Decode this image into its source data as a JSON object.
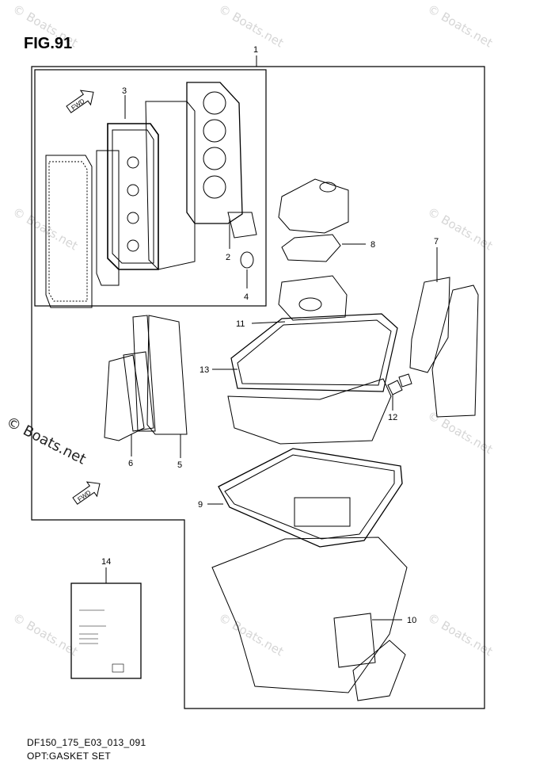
{
  "figure": {
    "title": "FIG.91",
    "drawing_code": "DF150_175_E03_013_091",
    "caption": "OPT:GASKET SET"
  },
  "watermark": {
    "text": "© Boats.net"
  },
  "callouts": [
    "1",
    "2",
    "3",
    "4",
    "5",
    "6",
    "7",
    "8",
    "9",
    "10",
    "11",
    "12",
    "13",
    "14"
  ],
  "fwd_label": "FWD",
  "colors": {
    "line": "#000000",
    "watermark": "#d6d6d6"
  }
}
